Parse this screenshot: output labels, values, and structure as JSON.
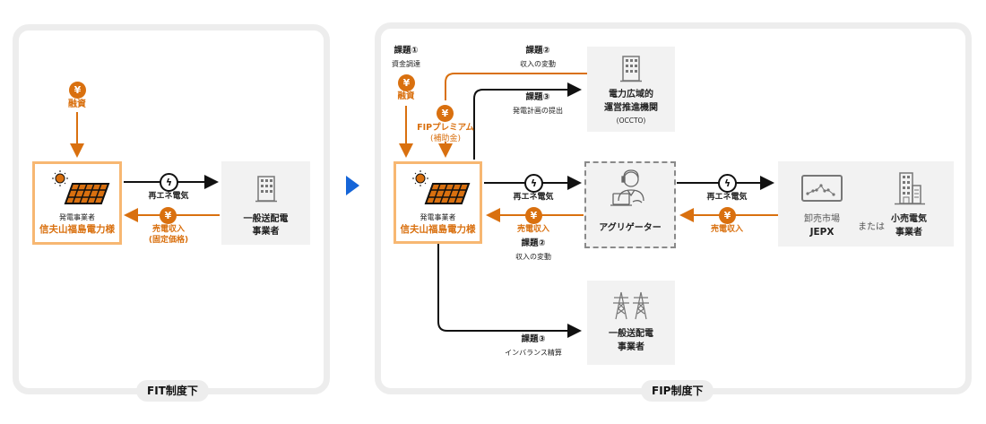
{
  "colors": {
    "accent": "#d9700f",
    "accent_light": "#f7b772",
    "panel_border": "#ededed",
    "box_gray": "#f2f2f2",
    "arrow_blue": "#1565d8",
    "text": "#222222"
  },
  "fit": {
    "label": "FIT制度下",
    "financing": {
      "icon": "yen-icon",
      "label": "融資"
    },
    "generator": {
      "role": "発電事業者",
      "name": "信夫山福島電力様",
      "icon": "solar-panel-icon"
    },
    "electricity": {
      "icon": "lightning-icon",
      "label": "再エネ電気"
    },
    "revenue": {
      "icon": "yen-icon",
      "label": "売電収入",
      "sublabel": "(固定価格)"
    },
    "utility": {
      "icon": "building-icon",
      "line1": "一般送配電",
      "line2": "事業者"
    }
  },
  "transition_arrow": {
    "icon": "right-triangle-icon"
  },
  "fip": {
    "label": "FIP制度下",
    "issue1": {
      "title": "課題①",
      "desc": "資金調達"
    },
    "financing": {
      "icon": "yen-icon",
      "label": "融資"
    },
    "premium": {
      "icon": "yen-icon",
      "label": "FIPプレミアム",
      "sublabel": "(補助金)"
    },
    "issue2_top": {
      "title": "課題②",
      "desc": "収入の変動"
    },
    "issue3_top": {
      "title": "課題③",
      "desc": "発電計画の提出"
    },
    "occto": {
      "icon": "building-icon",
      "line1": "電力広域的",
      "line2": "運営推進機関",
      "line3": "(OCCTO)"
    },
    "generator": {
      "role": "発電事業者",
      "name": "信夫山福島電力様",
      "icon": "solar-panel-icon"
    },
    "electricity1": {
      "icon": "lightning-icon",
      "label": "再エネ電気"
    },
    "revenue1": {
      "icon": "yen-icon",
      "label": "売電収入"
    },
    "issue2_mid": {
      "title": "課題②",
      "desc": "収入の変動"
    },
    "aggregator": {
      "icon": "operator-icon",
      "label": "アグリゲーター"
    },
    "electricity2": {
      "icon": "lightning-icon",
      "label": "再エネ電気"
    },
    "revenue2": {
      "icon": "yen-icon",
      "label": "売電収入"
    },
    "market": {
      "icon": "chart-monitor-icon",
      "line1": "卸売市場",
      "line2": "JEPX"
    },
    "or_label": "または",
    "retailer": {
      "icon": "buildings-icon",
      "line1": "小売電気",
      "line2": "事業者"
    },
    "issue3_bottom": {
      "title": "課題③",
      "desc": "インバランス精算"
    },
    "transmission": {
      "icon": "power-tower-icon",
      "line1": "一般送配電",
      "line2": "事業者"
    }
  }
}
